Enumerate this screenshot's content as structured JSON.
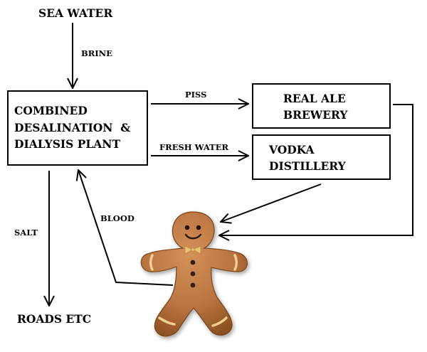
{
  "nodes": {
    "sea_water": "SEA WATER",
    "plant": [
      "COMBINED",
      "DESALINATION  &",
      "DIALYSIS PLANT"
    ],
    "brewery": [
      "REAL ALE",
      "BREWERY"
    ],
    "distillery": [
      "VODKA",
      "DISTILLERY"
    ],
    "roads": "ROADS ETC",
    "gingerbread_man": "gingerbread-man-figure"
  },
  "edges": {
    "brine": "BRINE",
    "piss": "PISS",
    "fresh_water": "FRESH WATER",
    "salt": "SALT",
    "blood": "BLOOD"
  },
  "colors": {
    "line": "#000000",
    "gingerbread_body": "#b87440",
    "gingerbread_shade": "#8a4f22",
    "icing": "#f2cf8e",
    "button": "#3a1f10",
    "bowtie": "#e9c27a"
  }
}
